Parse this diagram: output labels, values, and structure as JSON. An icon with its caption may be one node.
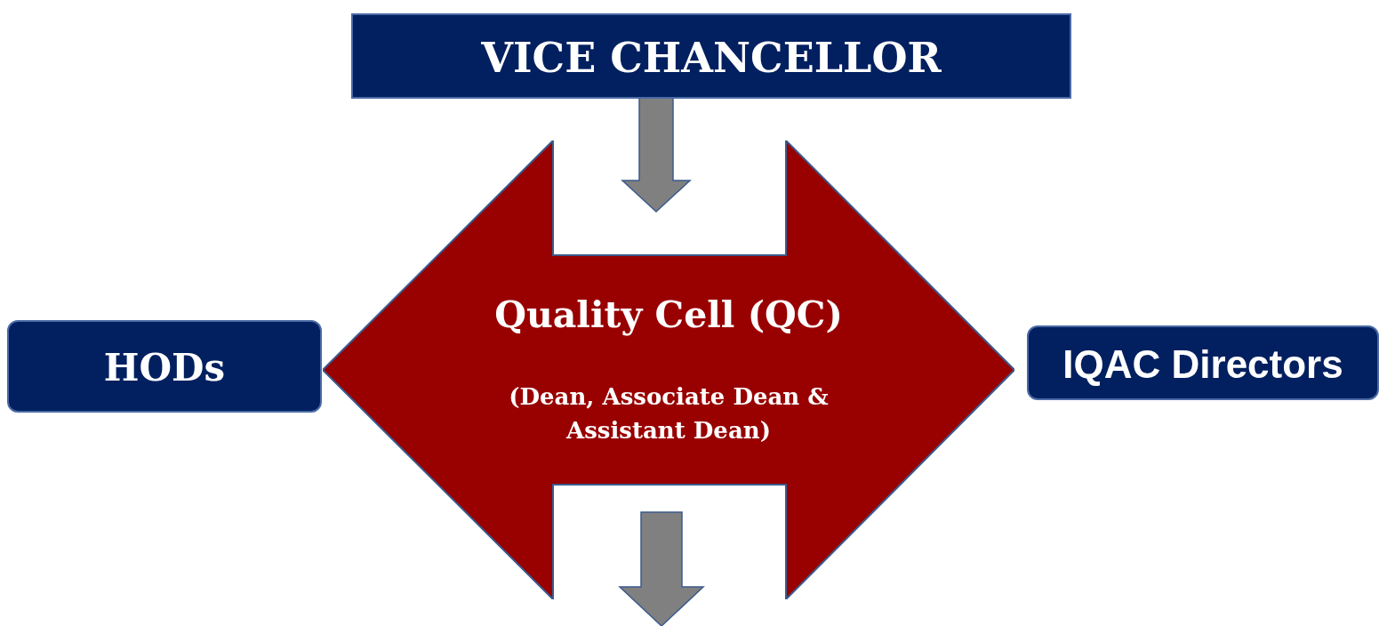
{
  "diagram": {
    "nodes": [
      {
        "text": [
          "VICE CHANCELLOR"
        ]
      },
      {
        "text": [
          "Quality Cell (QC)",
          "(Dean, Associate Dean & Assistant Dean)"
        ]
      },
      {
        "text": [
          "HODs"
        ]
      },
      {
        "text": [
          "IQAC Directors"
        ]
      }
    ],
    "edges": [
      {
        "from": 0,
        "to": 1,
        "arrow": "to"
      },
      {
        "from": 1,
        "to": null,
        "arrow": "to"
      }
    ]
  }
}
